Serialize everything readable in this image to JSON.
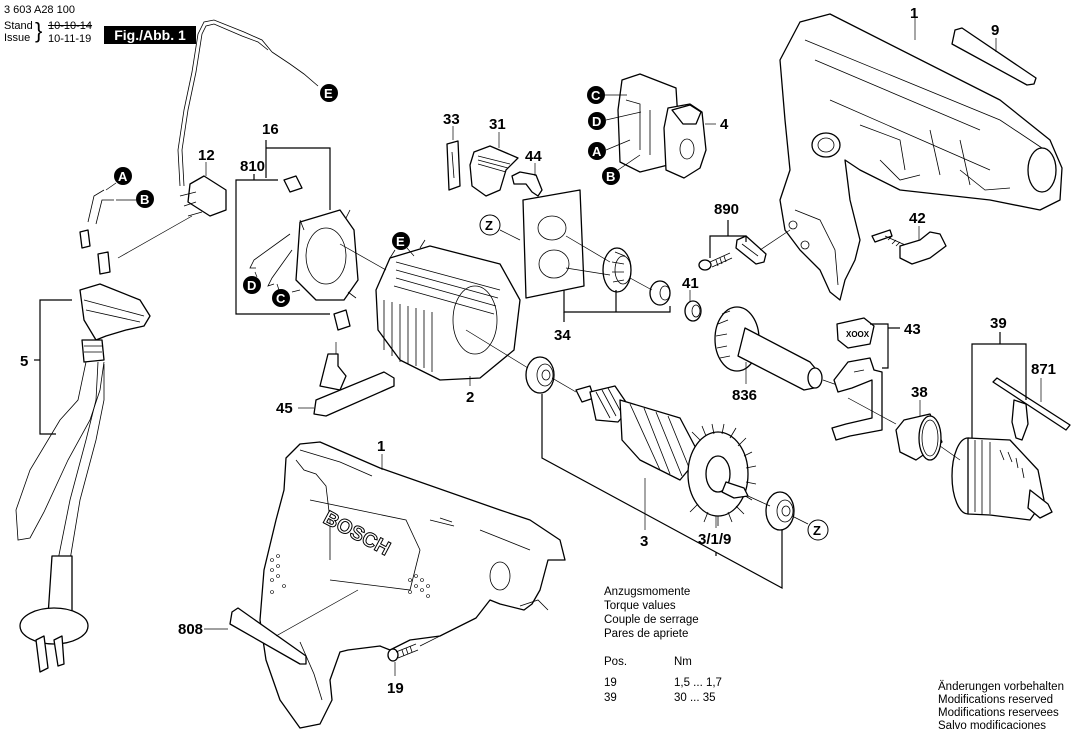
{
  "header": {
    "doc_number": "3 603 A28 100",
    "stand_label": "Stand",
    "issue_label": "Issue",
    "stand_date": "10-10-14",
    "issue_date": "10-11-19",
    "figure_label": "Fig./Abb. 1"
  },
  "part_labels": {
    "p1_top": "1",
    "p9": "9",
    "p42": "42",
    "p4": "4",
    "p33": "33",
    "p31": "31",
    "p44": "44",
    "p16": "16",
    "p810": "810",
    "p12": "12",
    "p890": "890",
    "p41": "41",
    "p34": "34",
    "p836": "836",
    "p43": "43",
    "p39": "39",
    "p871": "871",
    "p38": "38",
    "p5": "5",
    "p45": "45",
    "p2": "2",
    "p3": "3",
    "p319": "3/1/9",
    "p1_bottom": "1",
    "p808": "808",
    "p19": "19"
  },
  "callouts": {
    "A_cord": "A",
    "B_cord": "B",
    "E_wire": "E",
    "E_stator": "E",
    "C_switch": "C",
    "D_switch": "D",
    "A_switch": "A",
    "B_switch": "B",
    "D_brush": "D",
    "C_brush": "C",
    "Z_plate": "Z",
    "Z_bearing": "Z"
  },
  "torque": {
    "titles": [
      "Anzugsmomente",
      "Torque values",
      "Couple de serrage",
      "Pares de apriete"
    ],
    "col_pos": "Pos.",
    "col_nm": "Nm",
    "rows": [
      {
        "pos": "19",
        "nm": "1,5 ... 1,7"
      },
      {
        "pos": "39",
        "nm": "30 ... 35"
      }
    ]
  },
  "footer_notes": [
    "Änderungen vorbehalten",
    "Modifications reserved",
    "Modifications reservees",
    "Salvo modificaciones"
  ],
  "brand_on_housing": "BOSCH",
  "selector_marking": "XOOX"
}
